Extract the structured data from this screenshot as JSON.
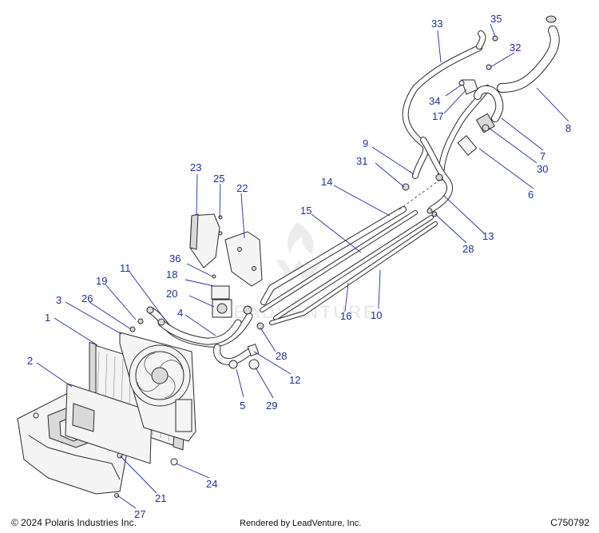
{
  "footer": {
    "copyright": "© 2024 Polaris Industries Inc.",
    "rendered_by": "Rendered by LeadVenture, Inc.",
    "figure_id": "C750792"
  },
  "watermark": {
    "text": "LEADVENTURE"
  },
  "callouts": [
    {
      "id": "1",
      "label": "1"
    },
    {
      "id": "2",
      "label": "2"
    },
    {
      "id": "3",
      "label": "3"
    },
    {
      "id": "4",
      "label": "4"
    },
    {
      "id": "5",
      "label": "5"
    },
    {
      "id": "6",
      "label": "6"
    },
    {
      "id": "7",
      "label": "7"
    },
    {
      "id": "8",
      "label": "8"
    },
    {
      "id": "9",
      "label": "9"
    },
    {
      "id": "10",
      "label": "10"
    },
    {
      "id": "11",
      "label": "11"
    },
    {
      "id": "12",
      "label": "12"
    },
    {
      "id": "13",
      "label": "13"
    },
    {
      "id": "14",
      "label": "14"
    },
    {
      "id": "15",
      "label": "15"
    },
    {
      "id": "16",
      "label": "16"
    },
    {
      "id": "17",
      "label": "17"
    },
    {
      "id": "18",
      "label": "18"
    },
    {
      "id": "19",
      "label": "19"
    },
    {
      "id": "20",
      "label": "20"
    },
    {
      "id": "21",
      "label": "21"
    },
    {
      "id": "22",
      "label": "22"
    },
    {
      "id": "23",
      "label": "23"
    },
    {
      "id": "24",
      "label": "24"
    },
    {
      "id": "25",
      "label": "25"
    },
    {
      "id": "26",
      "label": "26"
    },
    {
      "id": "27",
      "label": "27"
    },
    {
      "id": "28a",
      "label": "28"
    },
    {
      "id": "28b",
      "label": "28"
    },
    {
      "id": "29",
      "label": "29"
    },
    {
      "id": "30",
      "label": "30"
    },
    {
      "id": "31",
      "label": "31"
    },
    {
      "id": "32",
      "label": "32"
    },
    {
      "id": "33",
      "label": "33"
    },
    {
      "id": "34",
      "label": "34"
    },
    {
      "id": "35",
      "label": "35"
    },
    {
      "id": "36",
      "label": "36"
    }
  ]
}
